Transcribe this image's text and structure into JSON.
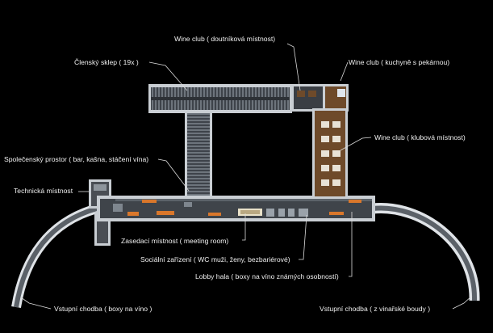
{
  "labels": {
    "wine_club_cigar": "Wine club ( doutníková místnost)",
    "member_cellar": "Členský sklep ( 19x )",
    "wine_club_kitchen": "Wine club ( kuchyně s pekárnou)",
    "wine_club_lounge": "Wine club ( klubová místnost)",
    "social_space": "Společenský prostor ( bar, kašna, stáčení vína)",
    "technical_room": "Technická místnost",
    "meeting_room": "Zasedací místnost ( meeting room)",
    "restrooms": "Sociální zařízení ( WC muži, ženy, bezbariérové)",
    "lobby_hall": "Lobby hala ( boxy na víno známých osobností)",
    "entrance_corridor_left": "Vstupní chodba ( boxy na víno )",
    "entrance_corridor_right": "Vstupní chodba ( z vinařské boudy )"
  },
  "colors": {
    "background": "#000000",
    "wall": "#c9ced3",
    "floor": "#4a4e54",
    "wood": "#6e4a2a",
    "accent_orange": "#d9772b",
    "leader": "#dcdcdc",
    "text": "#f0f0f0"
  }
}
